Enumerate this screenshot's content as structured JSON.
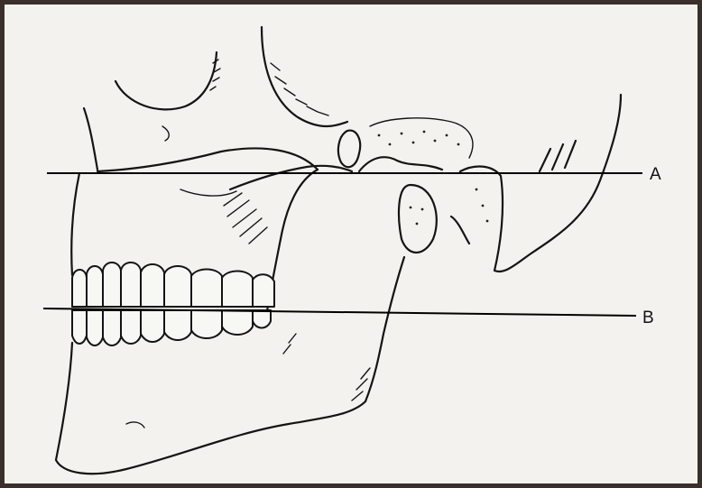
{
  "figure": {
    "line_labels": [
      "A",
      "B"
    ],
    "icons": [
      "skull-lateral-view",
      "mandible",
      "teeth-row"
    ],
    "colors": {
      "frame": "#3a2f2a",
      "paper": "#f3f2ef",
      "ink": "#141414"
    }
  }
}
